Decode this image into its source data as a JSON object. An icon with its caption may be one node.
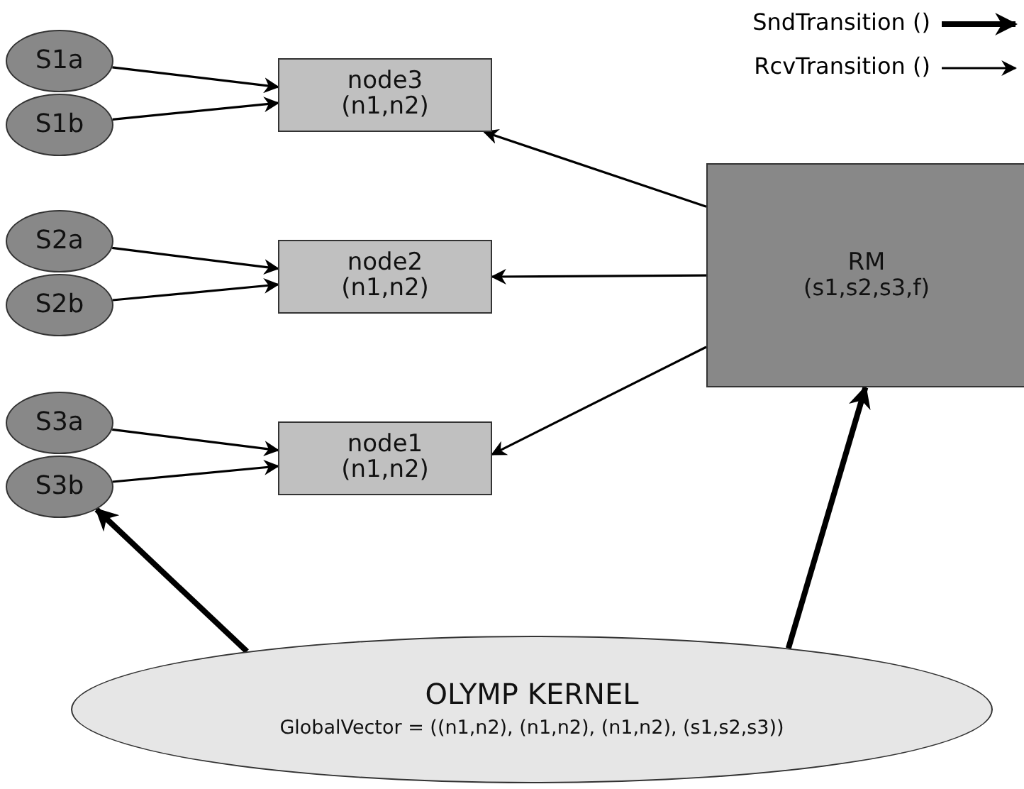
{
  "diagram": {
    "nodes": [
      {
        "text": [
          "S1a"
        ]
      },
      {
        "text": [
          "S1b"
        ]
      },
      {
        "text": [
          "S2a"
        ]
      },
      {
        "text": [
          "S2b"
        ]
      },
      {
        "text": [
          "S3a"
        ]
      },
      {
        "text": [
          "S3b"
        ]
      },
      {
        "text": [
          "node3",
          "(n1,n2)"
        ]
      },
      {
        "text": [
          "node2",
          "(n1,n2)"
        ]
      },
      {
        "text": [
          "node1",
          "(n1,n2)"
        ]
      },
      {
        "text": [
          "RM",
          "(s1,s2,s3,f)"
        ]
      },
      {
        "text": [
          "OLYMP KERNEL",
          "GlobalVector = ((n1,n2), (n1,n2), (n1,n2), (s1,s2,s3))"
        ]
      }
    ],
    "edges": [
      {
        "from": 0,
        "to": 6,
        "arrow": "to"
      },
      {
        "from": 1,
        "to": 6,
        "arrow": "to"
      },
      {
        "from": 2,
        "to": 7,
        "arrow": "to"
      },
      {
        "from": 3,
        "to": 7,
        "arrow": "to"
      },
      {
        "from": 4,
        "to": 8,
        "arrow": "to"
      },
      {
        "from": 5,
        "to": 8,
        "arrow": "to"
      },
      {
        "from": 9,
        "to": 6,
        "arrow": "to"
      },
      {
        "from": 9,
        "to": 7,
        "arrow": "to"
      },
      {
        "from": 9,
        "to": 8,
        "arrow": "to"
      },
      {
        "from": 10,
        "to": 5,
        "arrow": "to",
        "style": "thick"
      },
      {
        "from": 10,
        "to": 9,
        "arrow": "to",
        "style": "thick"
      }
    ],
    "legend": [
      {
        "text": "SndTransition ()"
      },
      {
        "text": "RcvTransition ()"
      }
    ]
  }
}
